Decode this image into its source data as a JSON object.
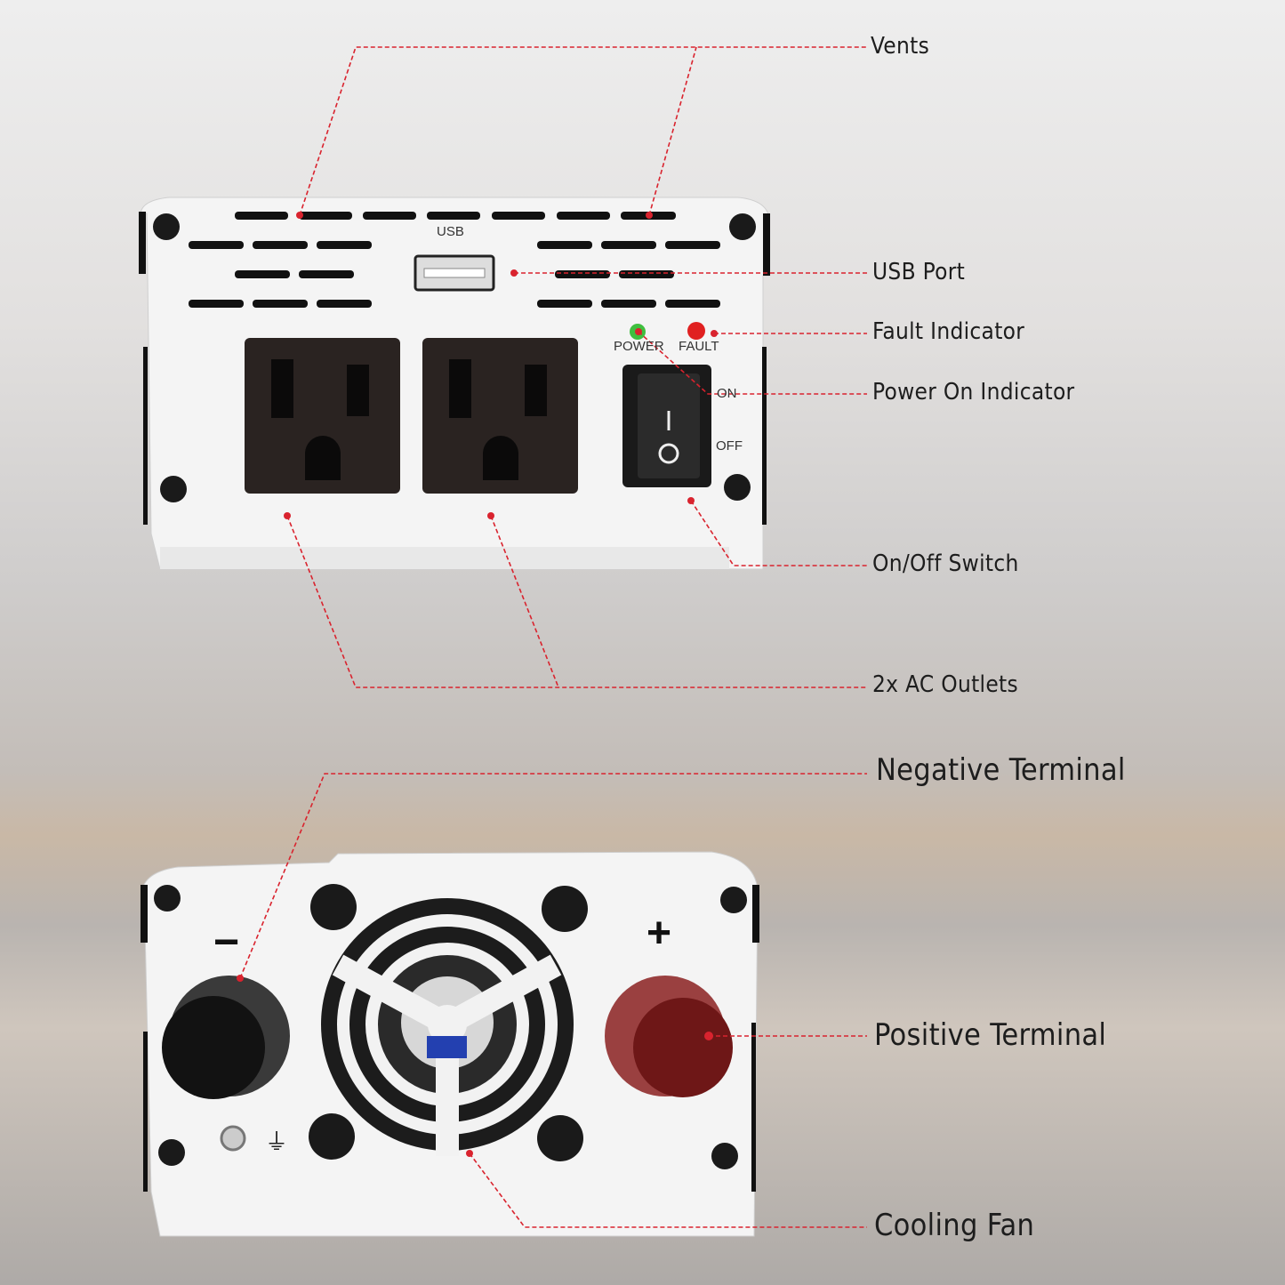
{
  "callouts": {
    "vents": "Vents",
    "usb_port": "USB Port",
    "fault_indicator": "Fault Indicator",
    "power_on_indicator": "Power On Indicator",
    "on_off_switch": "On/Off Switch",
    "ac_outlets": "2x AC Outlets",
    "negative_terminal": "Negative Terminal",
    "positive_terminal": "Positive Terminal",
    "cooling_fan": "Cooling Fan"
  },
  "panel_markings": {
    "usb": "USB",
    "power": "POWER",
    "fault": "FAULT",
    "on": "ON",
    "off": "OFF",
    "switch_on_symbol": "I",
    "switch_off_symbol": "O",
    "minus": "−",
    "plus": "+",
    "ground_symbol": "⏚"
  },
  "colors": {
    "leader": "#d9232e",
    "power_led": "#3fbf3f",
    "fault_led": "#e02020",
    "positive_terminal": "#7a1e1e"
  }
}
